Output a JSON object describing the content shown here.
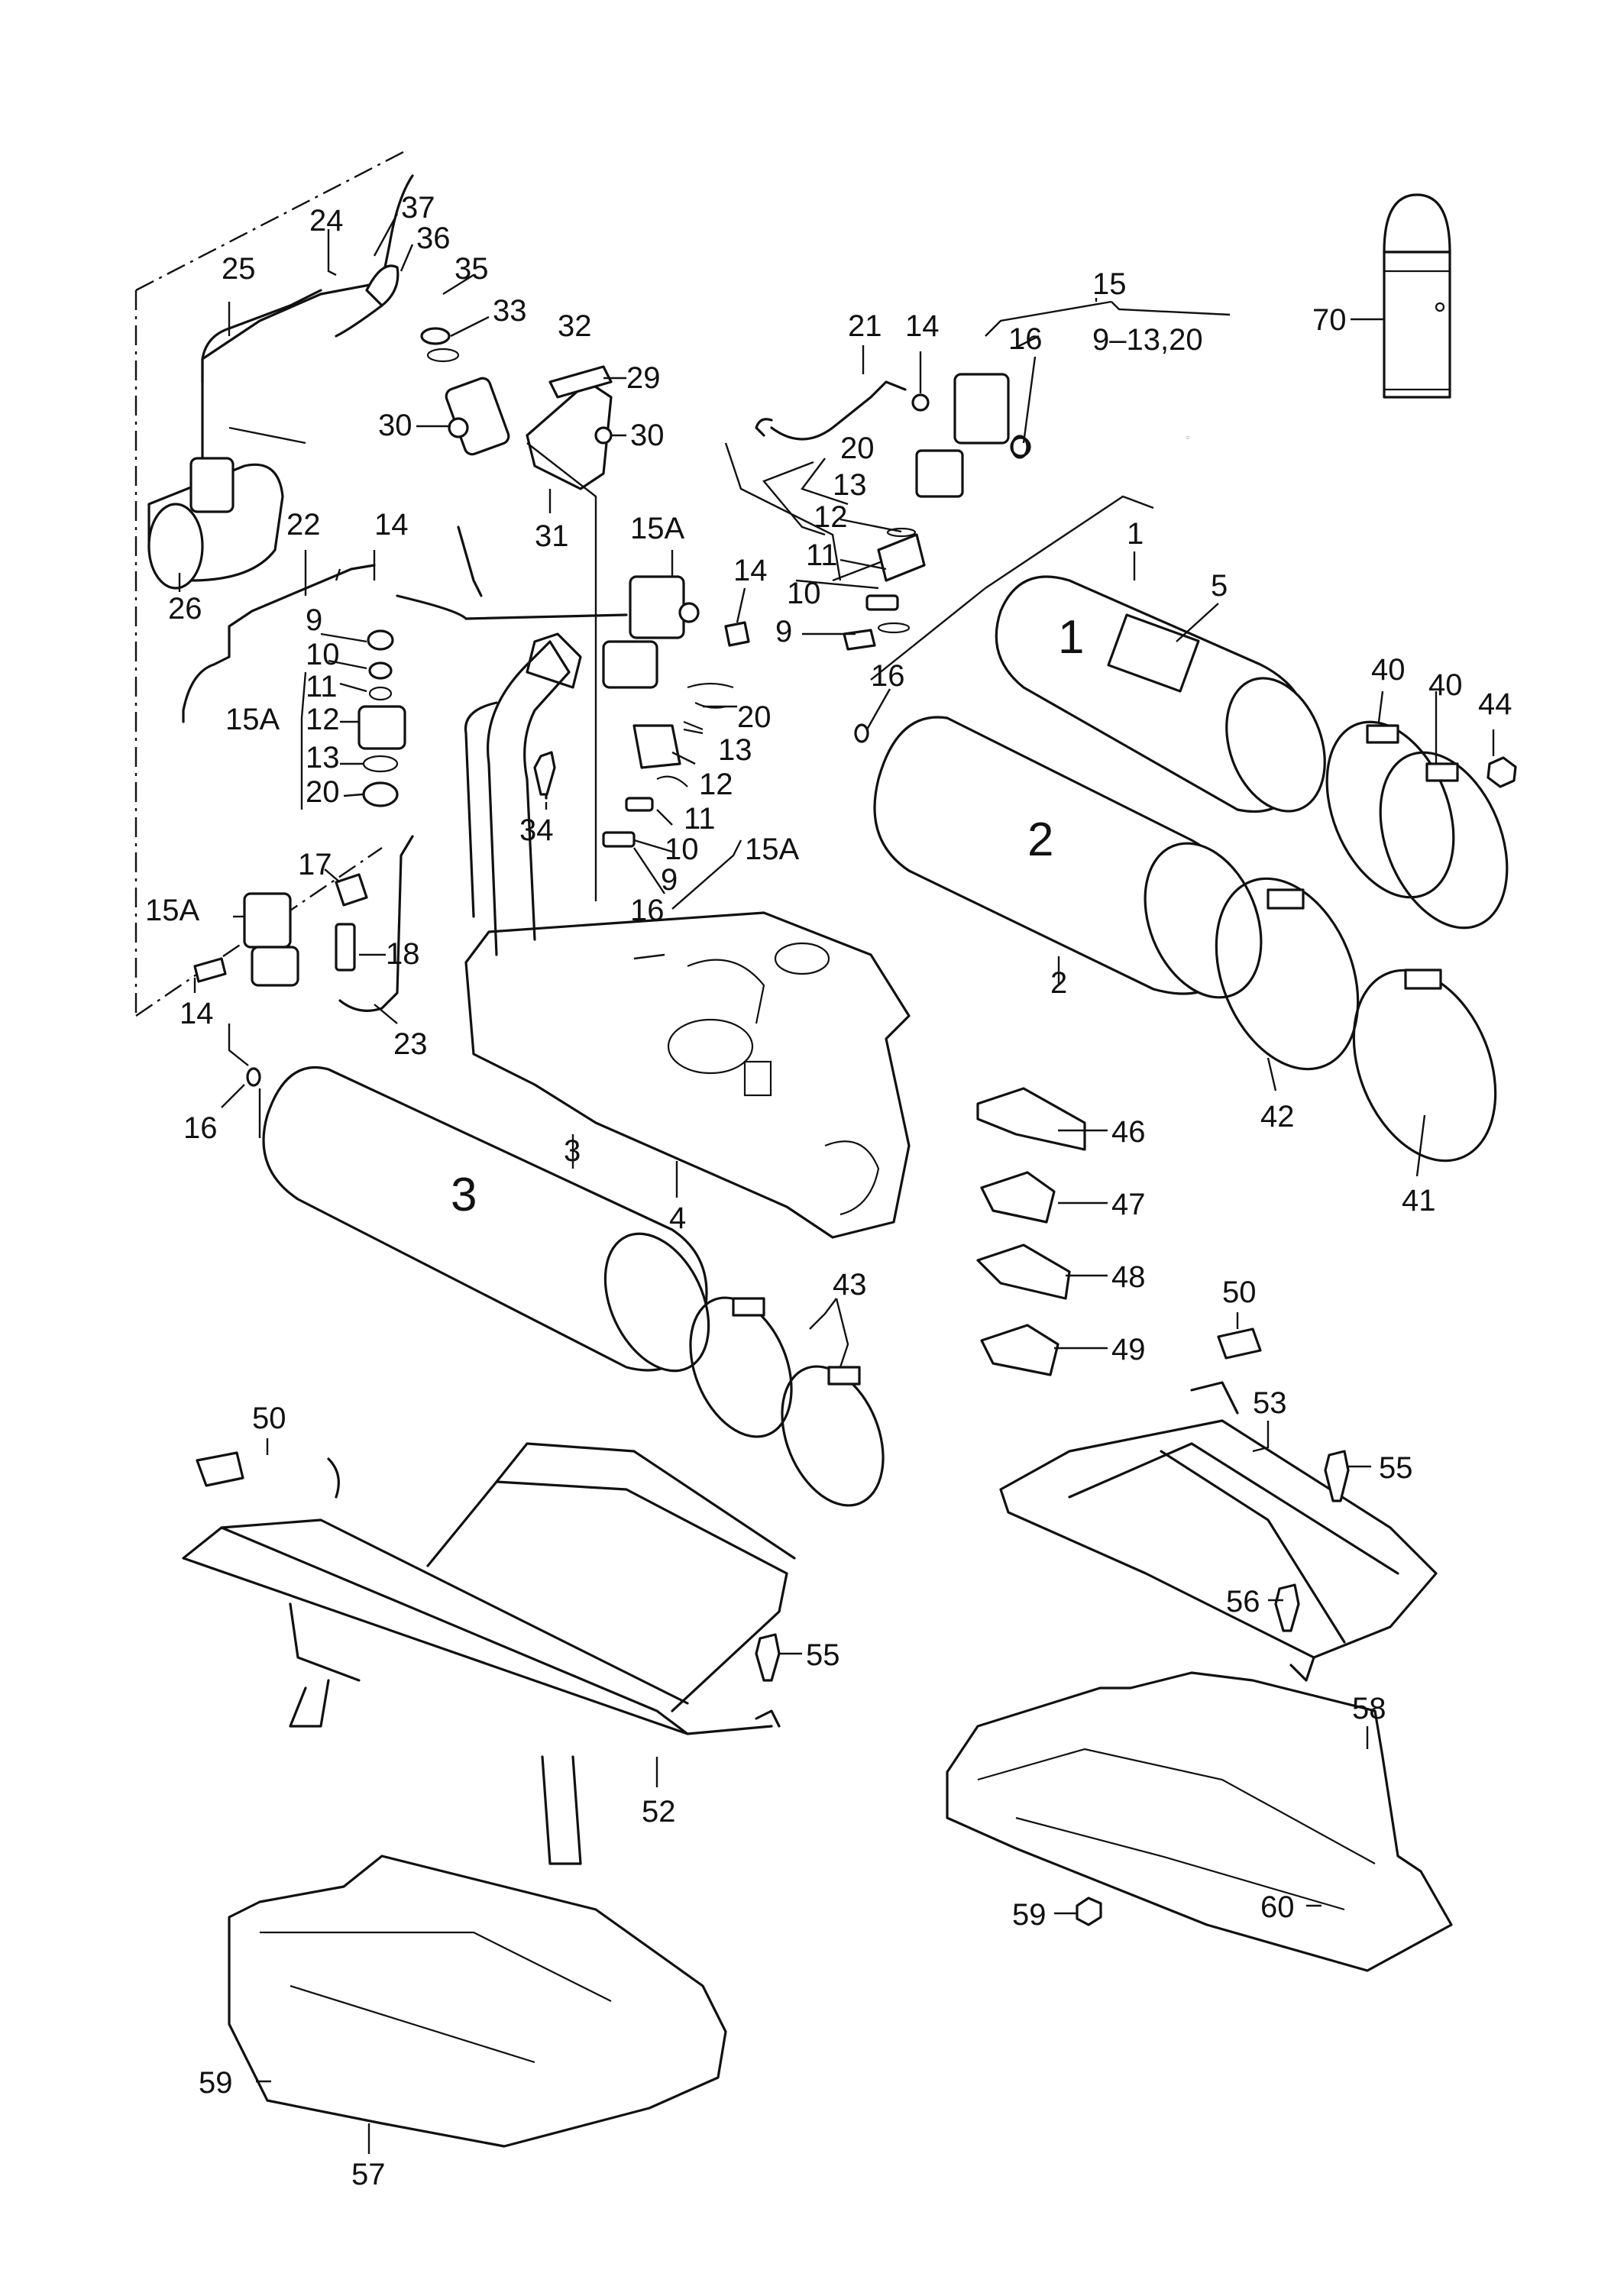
{
  "callouts": {
    "c1": "1",
    "c2": "2",
    "c3": "3",
    "c4": "4",
    "c5": "5",
    "c9a": "9",
    "c9b": "9",
    "c9c": "9",
    "c10a": "10",
    "c10b": "10",
    "c10c": "10",
    "c11a": "11",
    "c11b": "11",
    "c11c": "11",
    "c12a": "12",
    "c12b": "12",
    "c12c": "12",
    "c13a": "13",
    "c13b": "13",
    "c13c": "13",
    "c14a": "14",
    "c14b": "14",
    "c14c": "14",
    "c14d": "14",
    "c15": "15",
    "c15range": "9–13,20",
    "c15Aa": "15A",
    "c15Ab": "15A",
    "c15Ac": "15A",
    "c15Ad": "15A",
    "c16a": "16",
    "c16b": "16",
    "c16c": "16",
    "c16d": "16",
    "c17": "17",
    "c18": "18",
    "c20a": "20",
    "c20b": "20",
    "c20c": "20",
    "c21": "21",
    "c22": "22",
    "c23": "23",
    "c24": "24",
    "c25": "25",
    "c26": "26",
    "c29": "29",
    "c30a": "30",
    "c30b": "30",
    "c31": "31",
    "c32": "32",
    "c33": "33",
    "c34": "34",
    "c35": "35",
    "c36": "36",
    "c37": "37",
    "c40a": "40",
    "c40b": "40",
    "c41": "41",
    "c42": "42",
    "c43": "43",
    "c44": "44",
    "c46": "46",
    "c47": "47",
    "c48": "48",
    "c49": "49",
    "c50a": "50",
    "c50b": "50",
    "c52": "52",
    "c53": "53",
    "c55a": "55",
    "c55b": "55",
    "c56": "56",
    "c57": "57",
    "c58": "58",
    "c59a": "59",
    "c59b": "59",
    "c60": "60",
    "c70": "70"
  },
  "tank_labels": {
    "t1": "1",
    "t2": "2",
    "t3": "3"
  }
}
